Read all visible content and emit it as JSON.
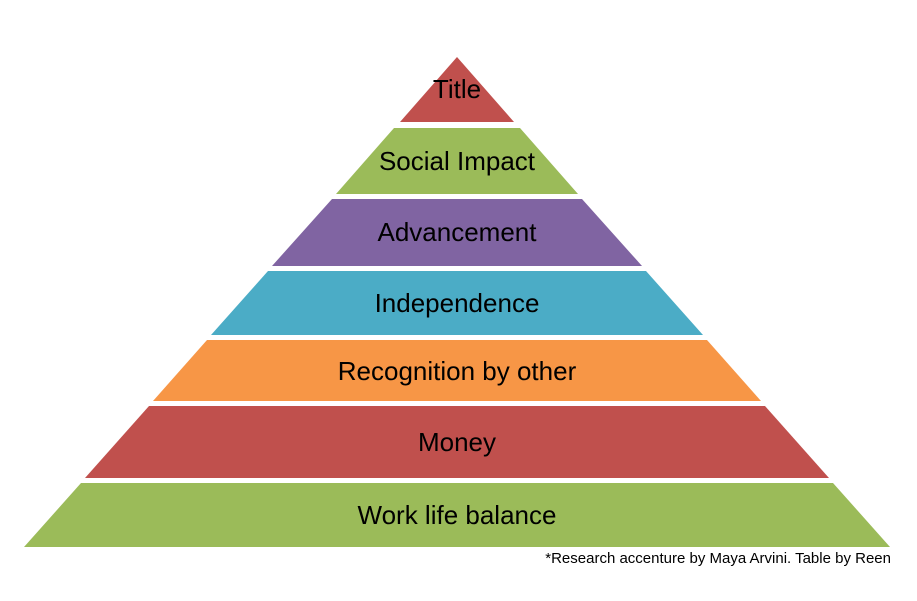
{
  "diagram": {
    "type": "pyramid",
    "layers": [
      {
        "label": "Title",
        "color": "#C0504D"
      },
      {
        "label": "Social Impact",
        "color": "#9BBB59"
      },
      {
        "label": "Advancement",
        "color": "#8064A2"
      },
      {
        "label": "Independence",
        "color": "#4BACC6"
      },
      {
        "label": "Recognition by other",
        "color": "#F79646"
      },
      {
        "label": "Money",
        "color": "#C0504D"
      },
      {
        "label": "Work life balance",
        "color": "#9BBB59"
      }
    ],
    "label_color": "#000000",
    "background_color": "#FFFFFF"
  },
  "footnote": {
    "text": "*Research accenture by Maya Arvini. Table by Reen",
    "color": "#000000"
  }
}
